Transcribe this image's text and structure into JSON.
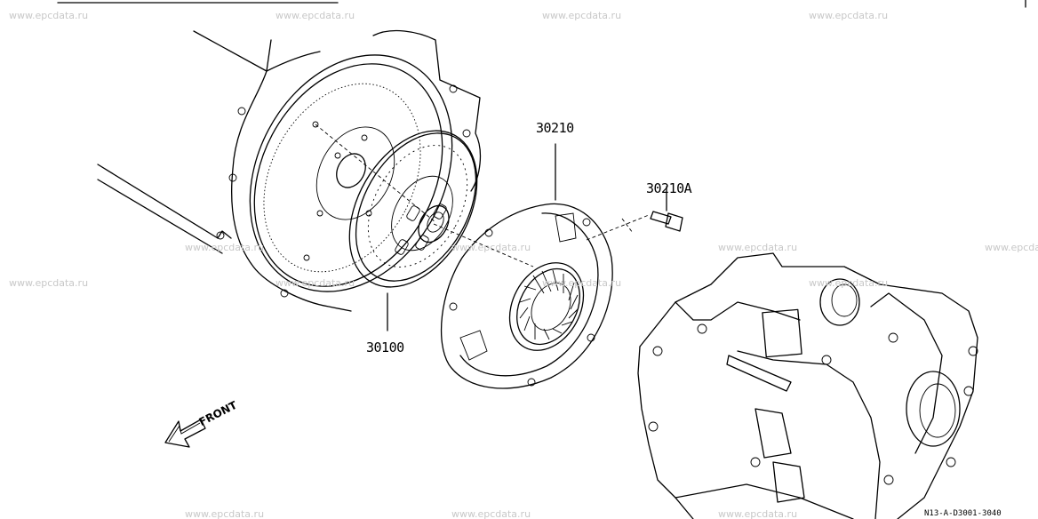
{
  "watermark": "www.epcdata.ru",
  "parts": {
    "clutch_disc": "30100",
    "clutch_cover": "30210",
    "cover_bolt": "30210A"
  },
  "direction_label": "FRONT",
  "diagram_code": "N13-A-D3001-3040"
}
